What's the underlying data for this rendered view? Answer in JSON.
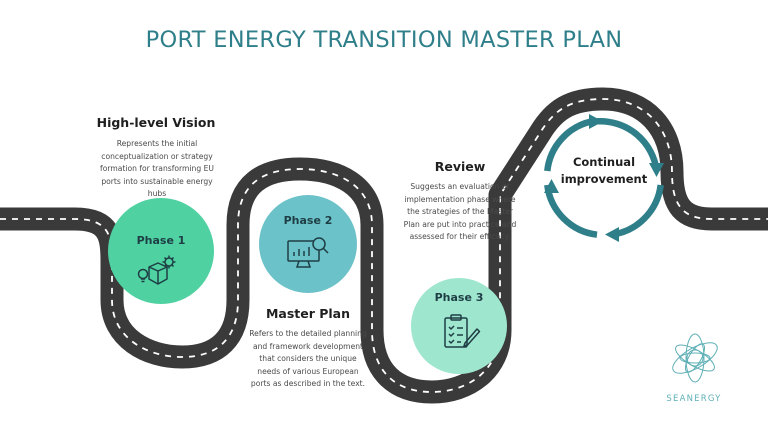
{
  "title": "PORT ENERGY TRANSITION MASTER PLAN",
  "stages": [
    {
      "phase_label": "Phase 1",
      "heading": "High-level Vision",
      "description": "Represents the initial conceptualization or strategy formation for transforming EU ports into sustainable energy hubs",
      "color": "#4fd1a1",
      "icon": "box-gear-bulb-icon"
    },
    {
      "phase_label": "Phase 2",
      "heading": "Master Plan",
      "description": "Refers to the detailed planning and framework development that considers the unique needs of various European ports as described in the text.",
      "color": "#6cc2c9",
      "icon": "monitor-chart-search-icon"
    },
    {
      "phase_label": "Phase 3",
      "heading": "Review",
      "description": "Suggests an evaluation or implementation phase where the strategies of the Master Plan are put into practice and assessed for their efficacy.",
      "color": "#9fe6cf",
      "icon": "clipboard-check-pen-icon"
    }
  ],
  "cycle": {
    "label": "Continual improvement",
    "color": "#2f7f8a",
    "icon": "cycle-arrows-icon"
  },
  "logo": {
    "text": "SEANERGY",
    "color": "#5fb0b6",
    "icon": "seanergy-logo-icon"
  },
  "road_color": "#3a3a3a"
}
